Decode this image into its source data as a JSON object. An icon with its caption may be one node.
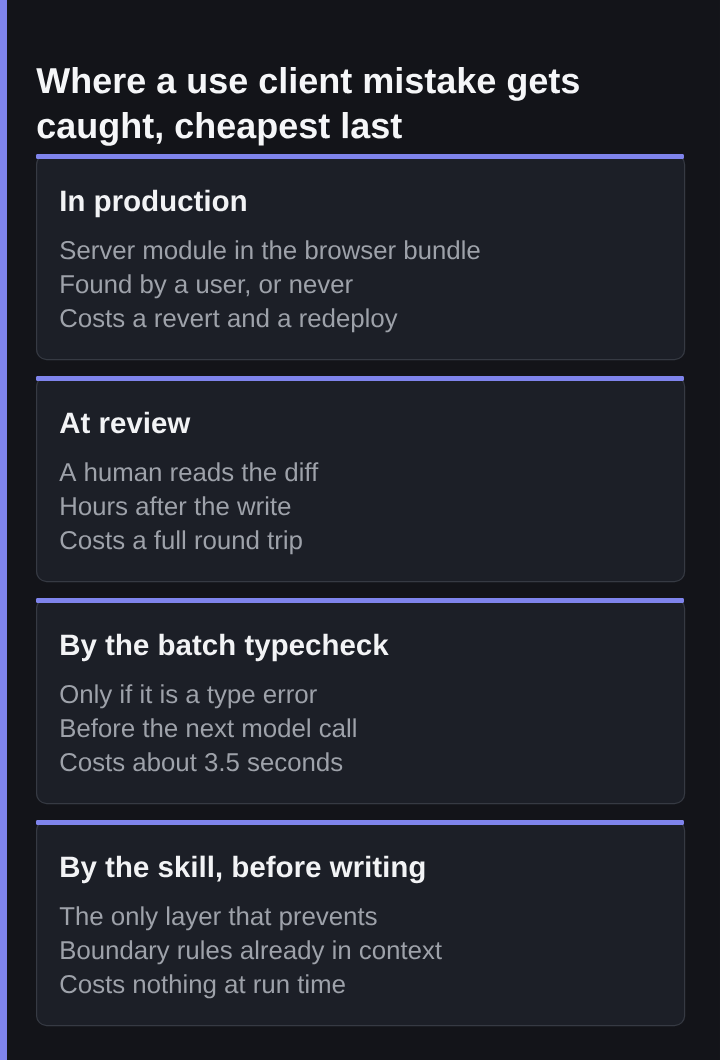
{
  "diagram": {
    "title": "Where a use client mistake gets caught, cheapest last",
    "nodes": [
      {
        "text": [
          "In production",
          "Server module in the browser bundle",
          "Found by a user, or never",
          "Costs a revert and a redeploy"
        ]
      },
      {
        "text": [
          "At review",
          "A human reads the diff",
          "Hours after the write",
          "Costs a full round trip"
        ]
      },
      {
        "text": [
          "By the batch typecheck",
          "Only if it is a type error",
          "Before the next model call",
          "Costs about 3.5 seconds"
        ]
      },
      {
        "text": [
          "By the skill, before writing",
          "The only layer that prevents",
          "Boundary rules already in context",
          "Costs nothing at run time"
        ]
      }
    ]
  }
}
